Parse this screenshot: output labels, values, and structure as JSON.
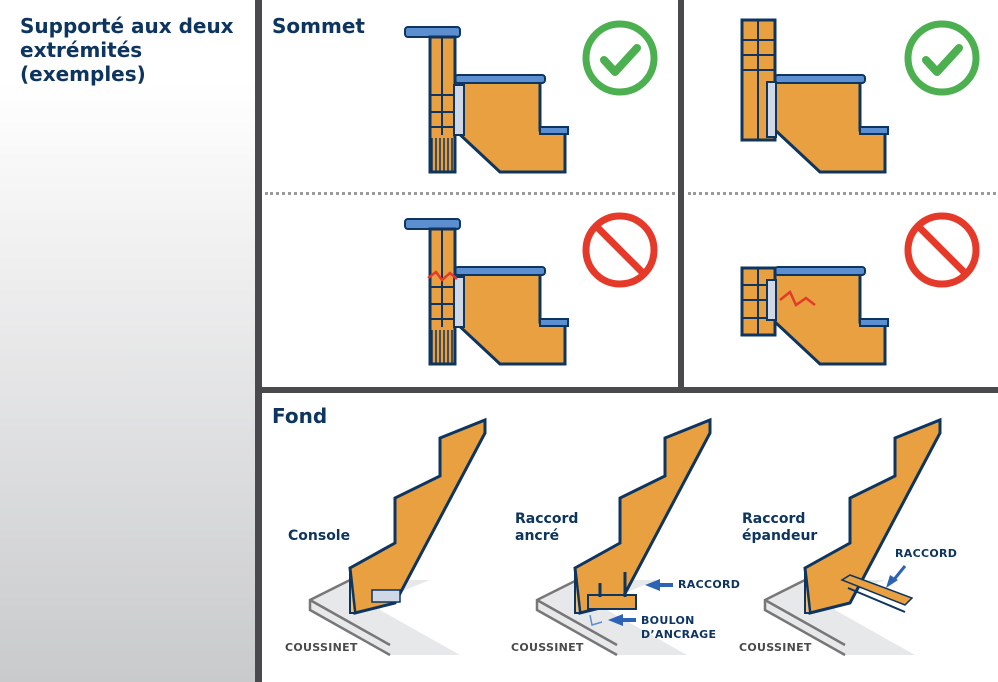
{
  "sidebar": {
    "title": "Supporté aux deux extrémités (exemples)"
  },
  "top": {
    "heading": "Sommet",
    "status": {
      "correct": "check-icon",
      "incorrect": "prohibited-icon"
    }
  },
  "bottom": {
    "heading": "Fond",
    "examples": [
      {
        "title": "Console",
        "base": "COUSSINET"
      },
      {
        "title": "Raccord ancré",
        "base": "COUSSINET",
        "callouts": [
          "RACCORD",
          "BOULON D’ANCRAGE"
        ]
      },
      {
        "title": "Raccord épandeur",
        "base": "COUSSINET",
        "callouts": [
          "RACCORD"
        ]
      }
    ]
  },
  "colors": {
    "navy": "#0d3560",
    "wood": "#e8a040",
    "ok": "#4caf50",
    "bad": "#e53a2a",
    "frame": "#4a4a4c"
  }
}
